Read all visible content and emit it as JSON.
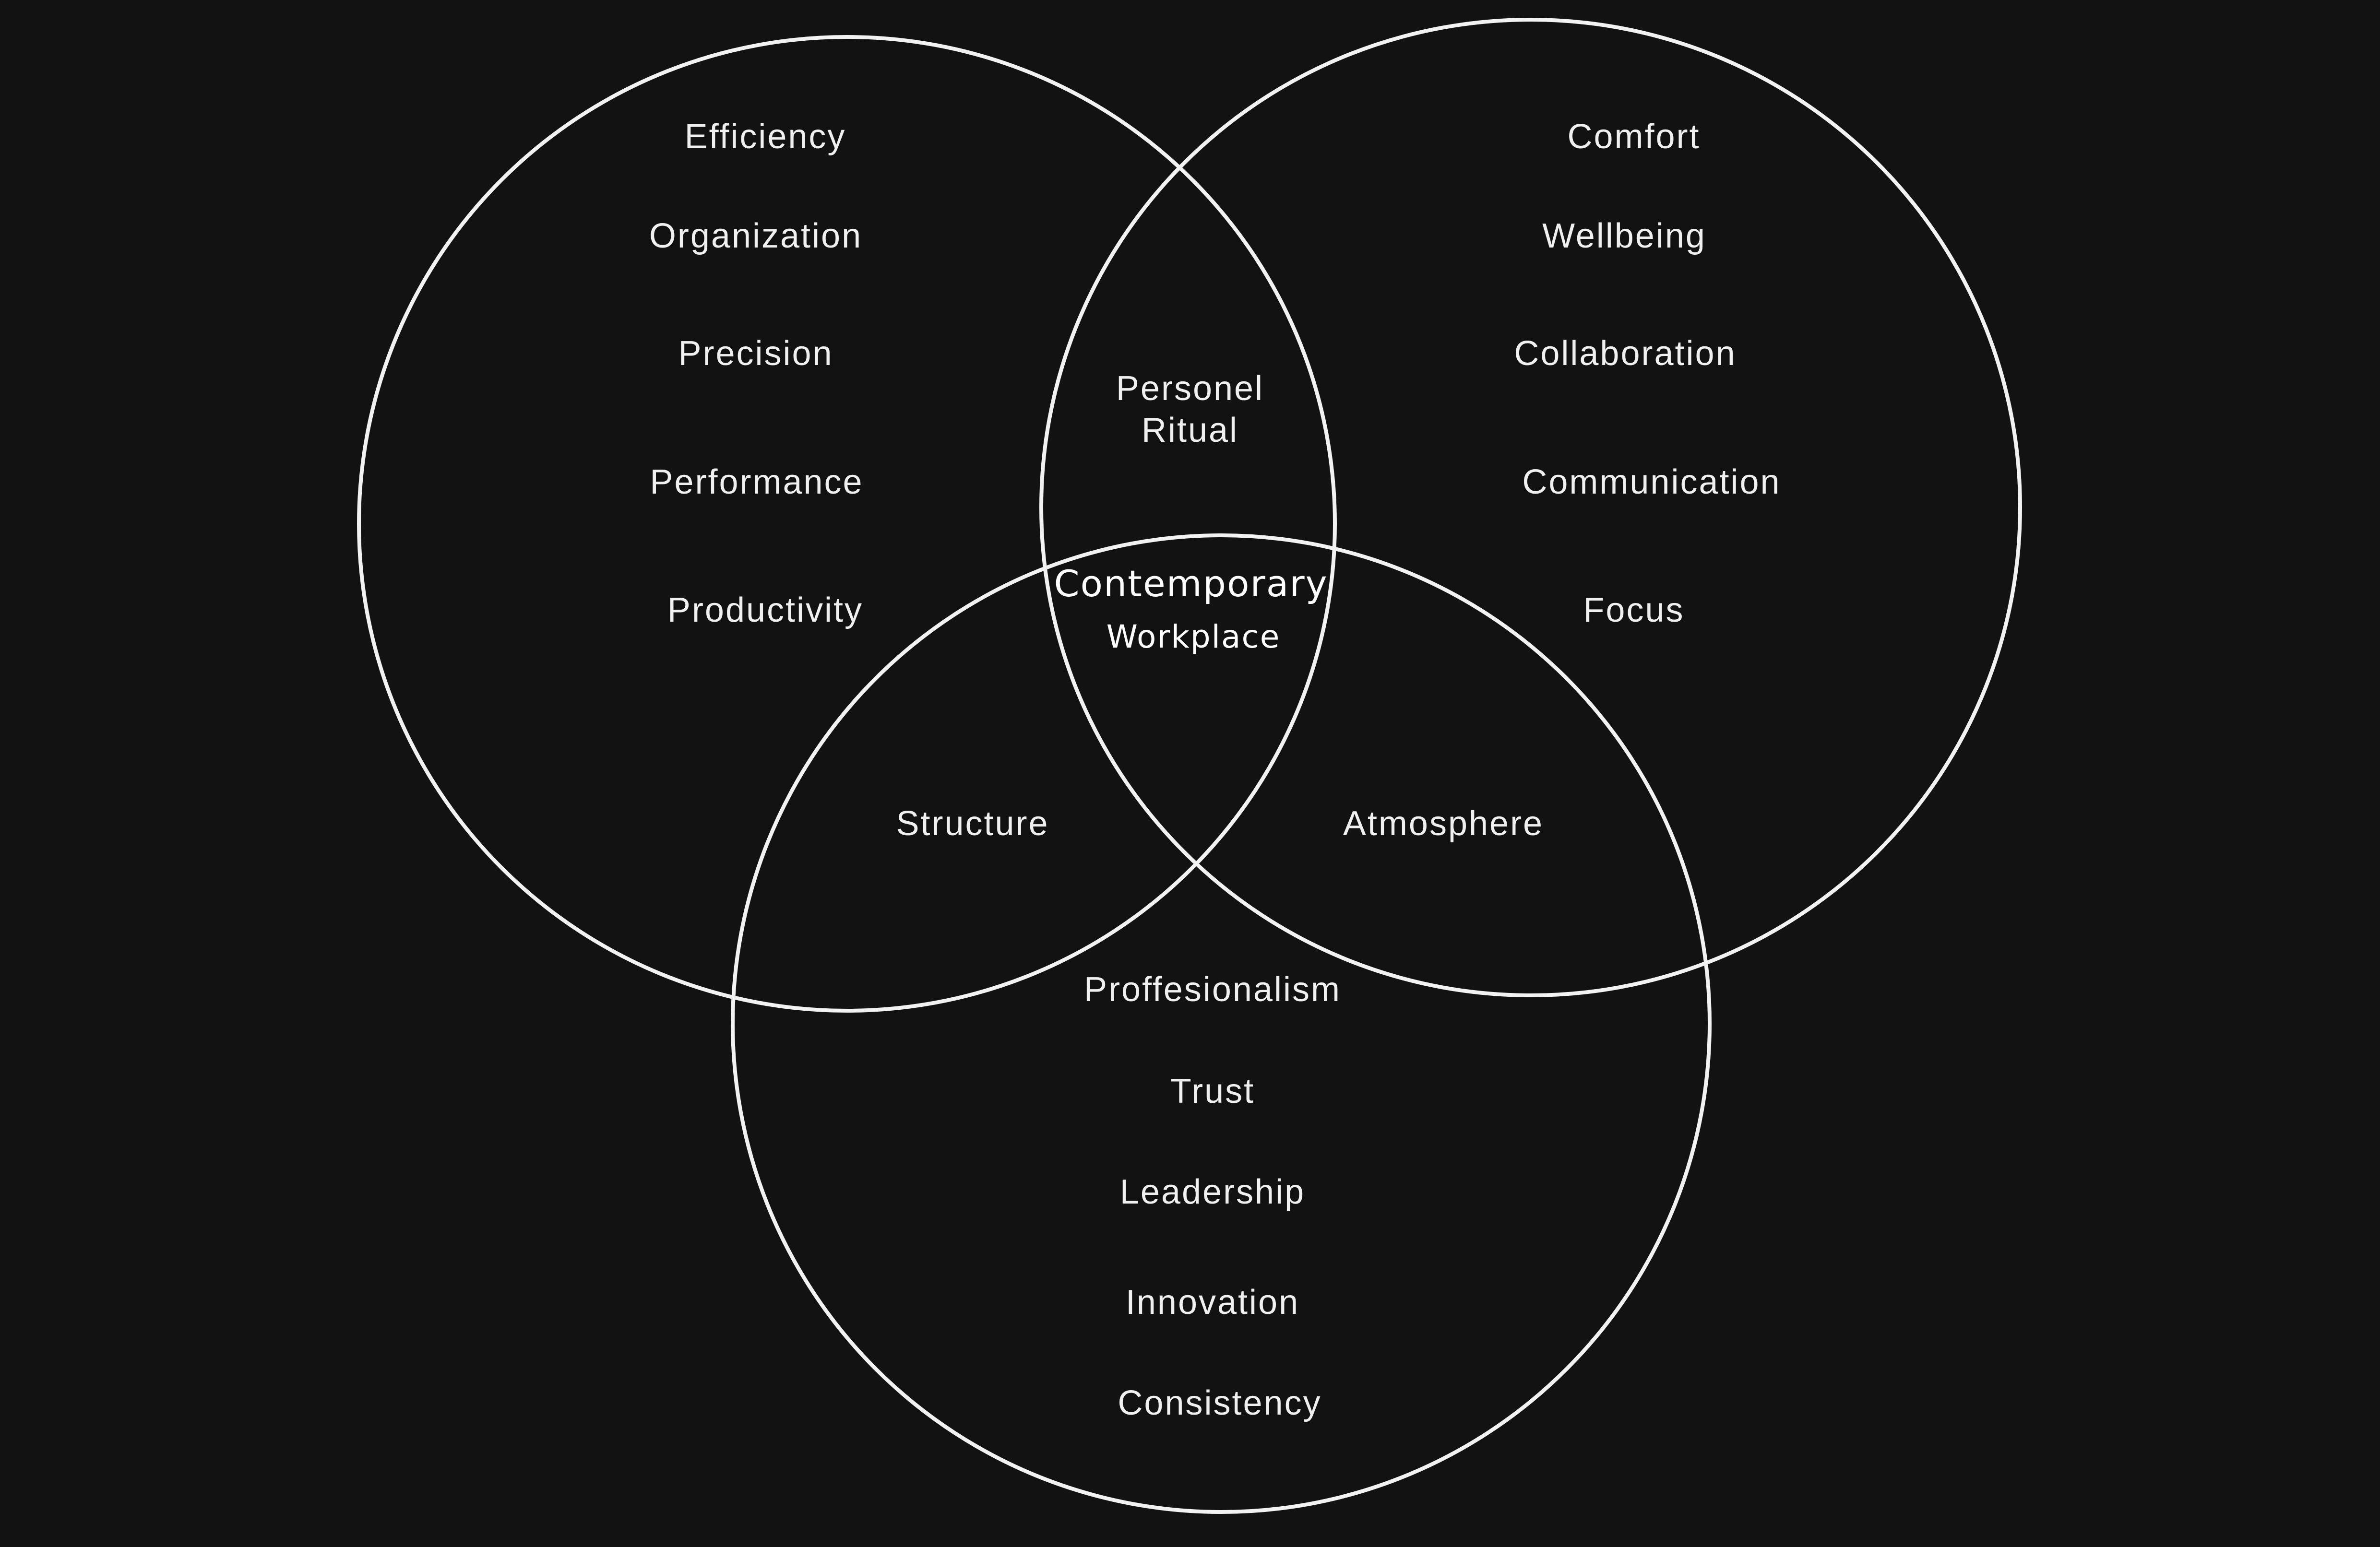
{
  "diagram": {
    "left_circle": {
      "items": [
        "Efficiency",
        "Organization",
        "Precision",
        "Performance",
        "Productivity"
      ]
    },
    "right_circle": {
      "items": [
        "Comfort",
        "Wellbeing",
        "Collaboration",
        "Communication",
        "Focus"
      ]
    },
    "bottom_circle": {
      "items": [
        "Proffesionalism",
        "Trust",
        "Leadership",
        "Innovation",
        "Consistency"
      ]
    },
    "overlaps": {
      "left_right": [
        "Personel",
        "Ritual"
      ],
      "left_bottom": "Structure",
      "right_bottom": "Atmosphere"
    },
    "center": {
      "line1": "Contemporary",
      "line2": "Workplace"
    },
    "colors": {
      "background": "#121212",
      "stroke": "#f2f2f2",
      "text": "#f0f0f0"
    }
  }
}
